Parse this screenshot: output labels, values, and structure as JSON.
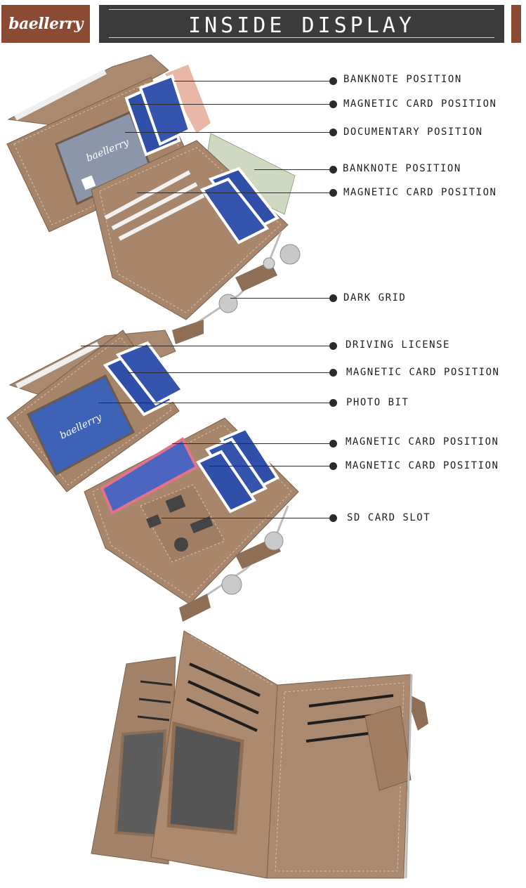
{
  "header": {
    "logo": "baellerry",
    "title": "INSIDE DISPLAY"
  },
  "section1": {
    "callouts": [
      {
        "label": "BANKNOTE POSITION"
      },
      {
        "label": "MAGNETIC CARD POSITION"
      },
      {
        "label": "DOCUMENTARY POSITION"
      },
      {
        "label": "BANKNOTE POSITION"
      },
      {
        "label": "MAGNETIC CARD POSITION"
      },
      {
        "label": "DARK GRID"
      }
    ]
  },
  "section2": {
    "callouts": [
      {
        "label": "DRIVING LICENSE"
      },
      {
        "label": "MAGNETIC CARD POSITION"
      },
      {
        "label": "PHOTO BIT"
      },
      {
        "label": "MAGNETIC CARD POSITION"
      },
      {
        "label": "MAGNETIC CARD POSITION"
      },
      {
        "label": "SD CARD SLOT"
      }
    ]
  },
  "colors": {
    "leather": "#a5846a",
    "leather_dark": "#8e6e55",
    "stitch": "#d9c3a8",
    "brand": "#8a4a33",
    "title_bg": "#3b3b3b",
    "card_blue": "#2f4fa8"
  }
}
